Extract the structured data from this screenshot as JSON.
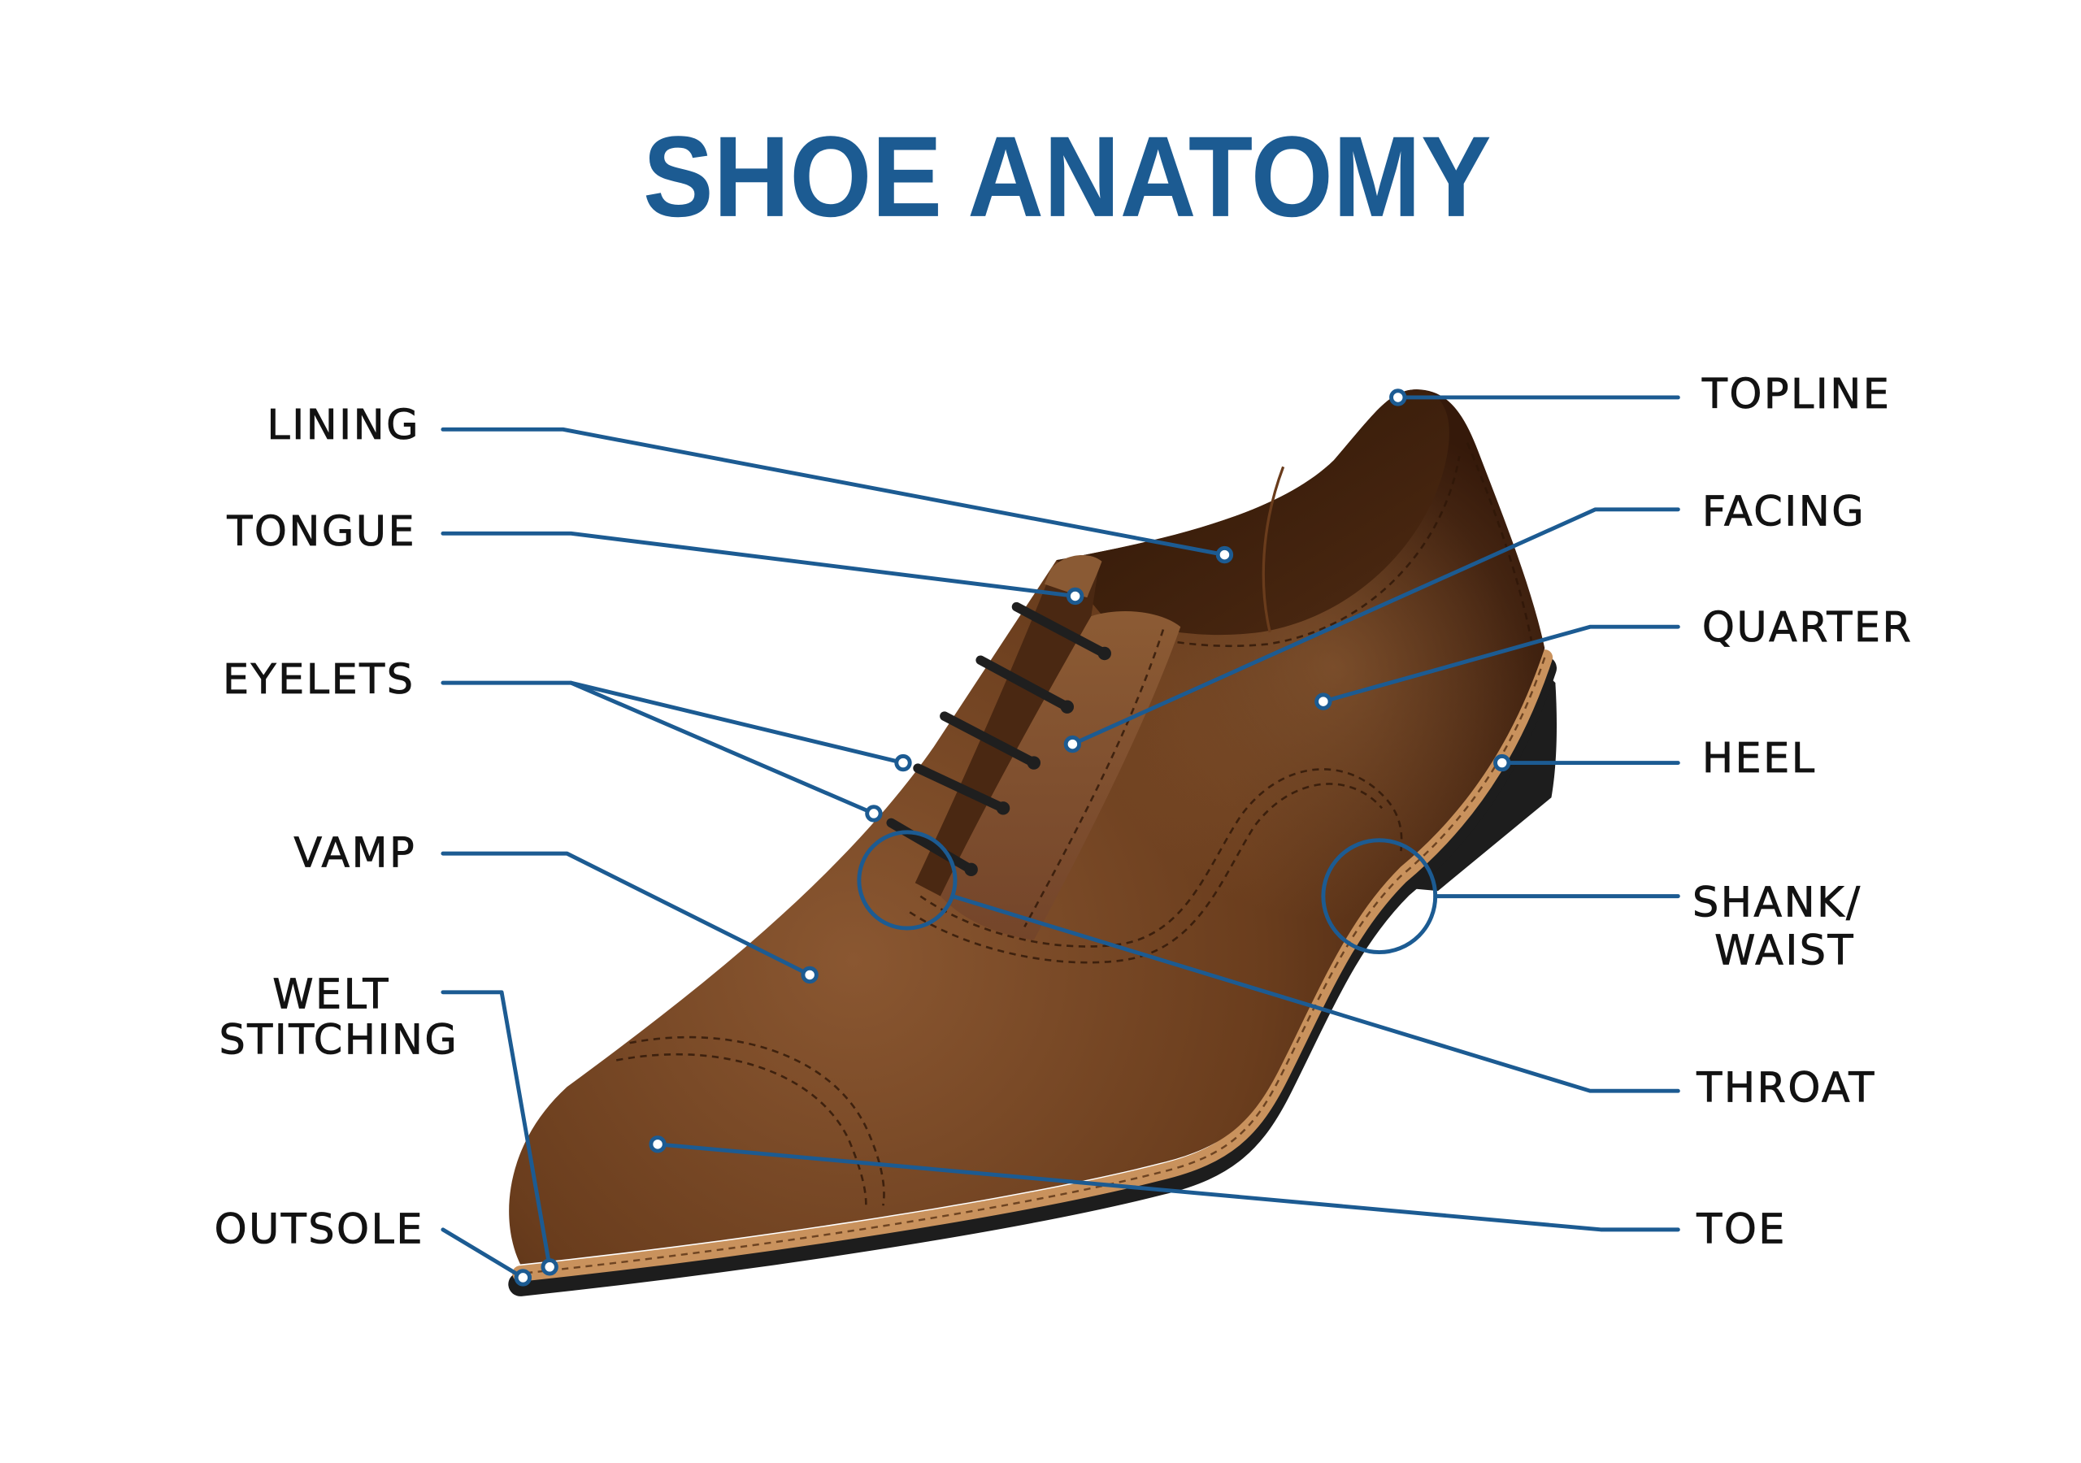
{
  "title": "SHOE ANATOMY",
  "colors": {
    "accent": "#1c5b92",
    "leather": "#6e4020",
    "lining": "#3a1e0c",
    "welt": "#c9925d",
    "sole": "#1d1d1d",
    "laces": "#1f1f1f"
  },
  "labels": {
    "left": [
      {
        "lines": [
          "LINING"
        ]
      },
      {
        "lines": [
          "TONGUE"
        ]
      },
      {
        "lines": [
          "EYELETS"
        ]
      },
      {
        "lines": [
          "VAMP"
        ]
      },
      {
        "lines": [
          "WELT",
          "STITCHING"
        ]
      },
      {
        "lines": [
          "OUTSOLE"
        ]
      }
    ],
    "right": [
      {
        "lines": [
          "TOPLINE"
        ]
      },
      {
        "lines": [
          "FACING"
        ]
      },
      {
        "lines": [
          "QUARTER"
        ]
      },
      {
        "lines": [
          "HEEL"
        ]
      },
      {
        "lines": [
          "SHANK/",
          "WAIST"
        ]
      },
      {
        "lines": [
          "THROAT"
        ]
      },
      {
        "lines": [
          "TOE"
        ]
      }
    ]
  }
}
